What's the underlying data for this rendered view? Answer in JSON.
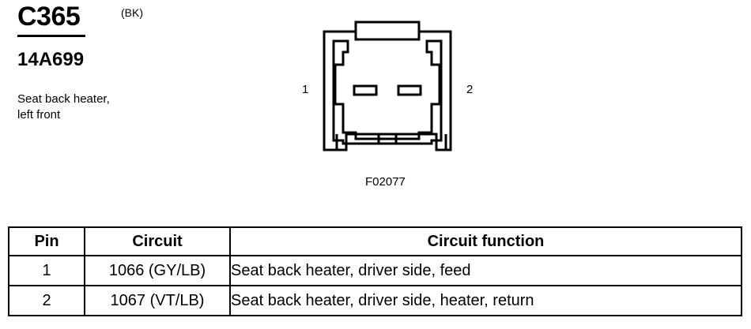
{
  "connector": {
    "id": "C365",
    "color": "(BK)",
    "part_number": "14A699",
    "description_line1": "Seat back heater,",
    "description_line2": "left front"
  },
  "diagram": {
    "pin_left_label": "1",
    "pin_right_label": "2",
    "figure_id": "F02077"
  },
  "table": {
    "headers": [
      "Pin",
      "Circuit",
      "Circuit function"
    ],
    "rows": [
      {
        "pin": "1",
        "circuit": "1066 (GY/LB)",
        "function": "Seat back heater, driver side, feed"
      },
      {
        "pin": "2",
        "circuit": "1067 (VT/LB)",
        "function": "Seat back heater, driver side, heater, return"
      }
    ]
  }
}
